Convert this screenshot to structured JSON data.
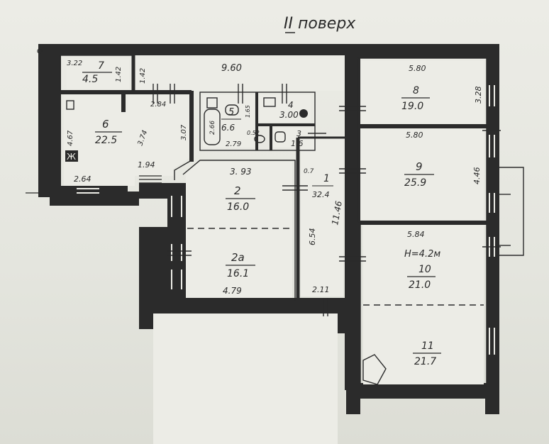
{
  "title": "II поверх",
  "rooms": {
    "r7": {
      "num": "7",
      "area": "4.5",
      "dim_a": "3.22",
      "dim_b": "1.42"
    },
    "r6": {
      "num": "6",
      "area": "22.5",
      "dim_a": "4.67",
      "dim_b": "3.74",
      "dim_c": "3.07",
      "dim_d": "2.84",
      "dim_e": "2.64",
      "dim_f": "1.94"
    },
    "r5": {
      "num": "5",
      "area": "6.6",
      "dim_a": "2.66",
      "dim_b": "1.65",
      "dim_c": "2.79",
      "dim_d": "0.52"
    },
    "r4": {
      "num": "4",
      "area": "3.00"
    },
    "r3": {
      "num": "3",
      "area": "1.6"
    },
    "r2": {
      "num": "2",
      "area": "16.0",
      "dim_a": "3. 93"
    },
    "r2a": {
      "num": "2a",
      "area": "16.1",
      "dim_a": "4.79"
    },
    "r1": {
      "num": "1",
      "area": "32.4",
      "dim_a": "11.46",
      "dim_b": "6.54",
      "dim_c": "2.11",
      "dim_d": "0.7"
    },
    "r8": {
      "num": "8",
      "area": "19.0",
      "dim_a": "5.80",
      "dim_b": "3.28"
    },
    "r9": {
      "num": "9",
      "area": "25.9",
      "dim_a": "5.80",
      "dim_b": "4.46"
    },
    "r10": {
      "num": "10",
      "area": "21.0",
      "dim_a": "5.84",
      "height": "H=4.2м"
    },
    "r11": {
      "num": "11",
      "area": "21.7"
    }
  },
  "corridor": {
    "dim": "9.60",
    "dim_b": "1.42"
  },
  "marks": {
    "fireplace": "Ж"
  }
}
